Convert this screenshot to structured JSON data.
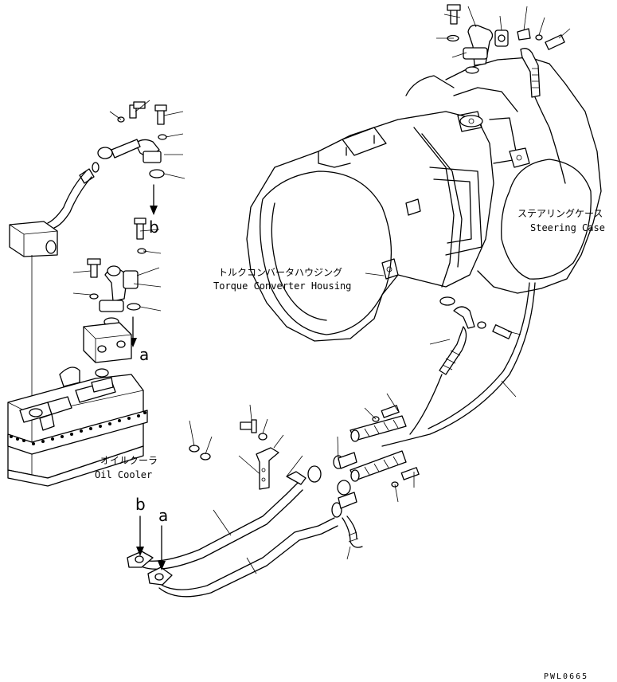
{
  "labels": {
    "torque_converter_housing_jp": "トルクコンバータハウジング",
    "torque_converter_housing_en": "Torque Converter Housing",
    "steering_case_jp": "ステアリングケース",
    "steering_case_en": "Steering Case",
    "oil_cooler_jp": "オイルクーラ",
    "oil_cooler_en": "Oil Cooler"
  },
  "references": {
    "b_upper": "b",
    "a_upper": "a",
    "b_lower": "b",
    "a_lower": "a"
  },
  "drawing_code": "PWL0665"
}
